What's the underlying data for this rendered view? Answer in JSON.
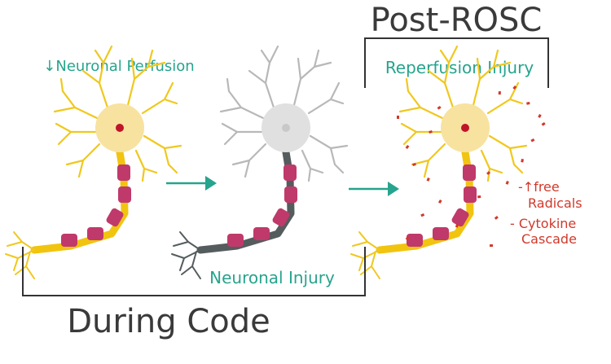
{
  "labels": {
    "post_rosc": "Post-ROSC",
    "reperfusion_injury": "Reperfusion Injury",
    "neuronal_perfusion": "↓Neuronal Perfusion",
    "neuronal_injury": "Neuronal Injury",
    "free_radicals_line1": "-↑free",
    "free_radicals_line2": "Radicals",
    "cytokine_line1": "- Cytokine",
    "cytokine_line2": "Cascade",
    "during_code": "During Code"
  },
  "colors": {
    "teal": "#26a48d",
    "red": "#d0392b",
    "healthy_body": "#f7e2a0",
    "healthy_dendrite": "#f0c81e",
    "healthy_axon": "#f1c40f",
    "myelin": "#c0396b",
    "nucleus": "#c0142a",
    "injured_body": "#e0e0e0",
    "injured_dendrite": "#b8b8b8",
    "injured_axon": "#555c5e",
    "bracket": "#333333"
  }
}
